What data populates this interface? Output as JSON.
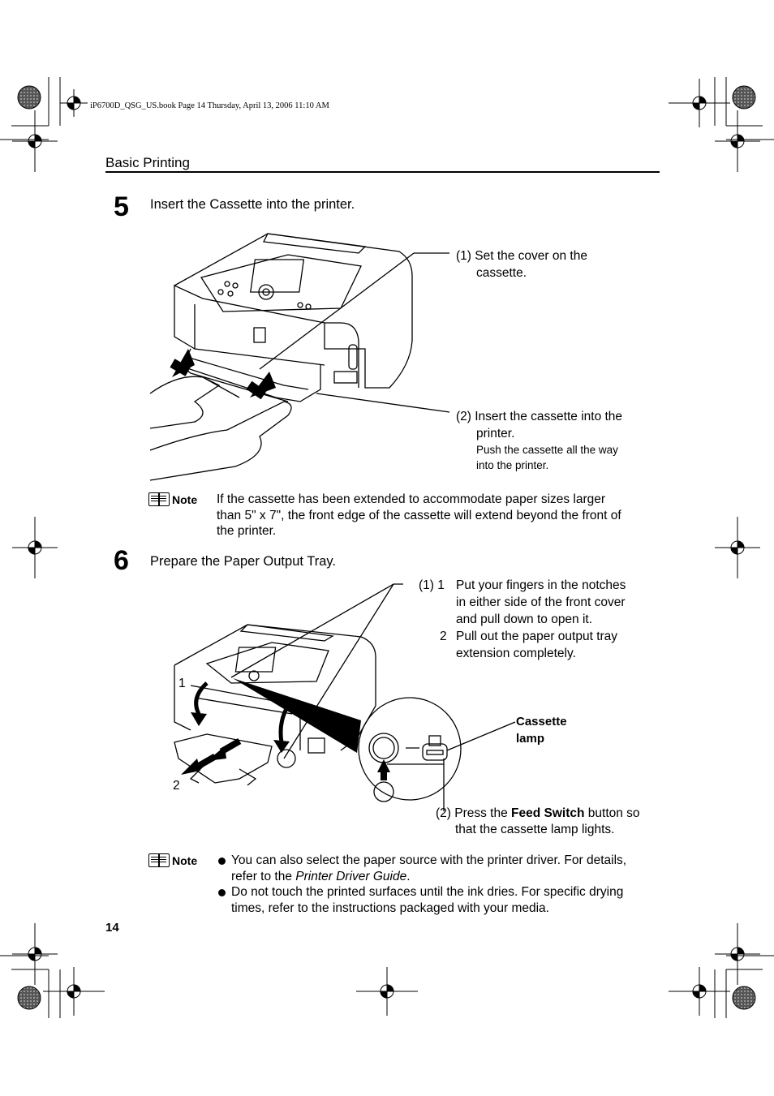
{
  "header": {
    "meta": "iP6700D_QSG_US.book  Page 14  Thursday, April 13, 2006  11:10 AM",
    "section_title": "Basic Printing"
  },
  "step5": {
    "number": "5",
    "title": "Insert the Cassette into the printer.",
    "callout1_line1": "(1) Set the cover on the",
    "callout1_line2": "cassette.",
    "callout2_line1": "(2) Insert the cassette into the",
    "callout2_line2": "printer.",
    "callout2_sub1": "Push the cassette all the way",
    "callout2_sub2": "into the printer.",
    "note_label": "Note",
    "note_line1": "If the cassette has been extended to accommodate paper sizes larger",
    "note_line2": "than 5\" x 7\", the front edge of the cassette will extend beyond the front of",
    "note_line3": "the printer."
  },
  "step6": {
    "number": "6",
    "title": "Prepare the Paper Output Tray.",
    "c1_prefix": "(1) 1",
    "c1_line1": "Put your fingers in the notches",
    "c1_line2": "in either side of the front cover",
    "c1_line3": "and pull down to open it.",
    "c2_prefix": "2",
    "c2_line1": "Pull out the paper output tray",
    "c2_line2": "extension completely.",
    "fig_label_1": "1",
    "fig_label_2": "2",
    "lamp_label_1": "Cassette",
    "lamp_label_2": "lamp",
    "press_prefix": "(2) Press the ",
    "press_bold": "Feed Switch",
    "press_suffix": " button so",
    "press_line2": "that the cassette lamp lights.",
    "note_label": "Note",
    "bullet1_line1": "You can also select the paper source with the printer driver. For details,",
    "bullet1_pre": "refer to the ",
    "bullet1_ital": "Printer Driver Guide",
    "bullet1_post": ".",
    "bullet2_line1": "Do not touch the printed surfaces until the ink dries. For specific drying",
    "bullet2_line2": "times, refer to the instructions packaged with your media."
  },
  "footer": {
    "page_number": "14"
  }
}
